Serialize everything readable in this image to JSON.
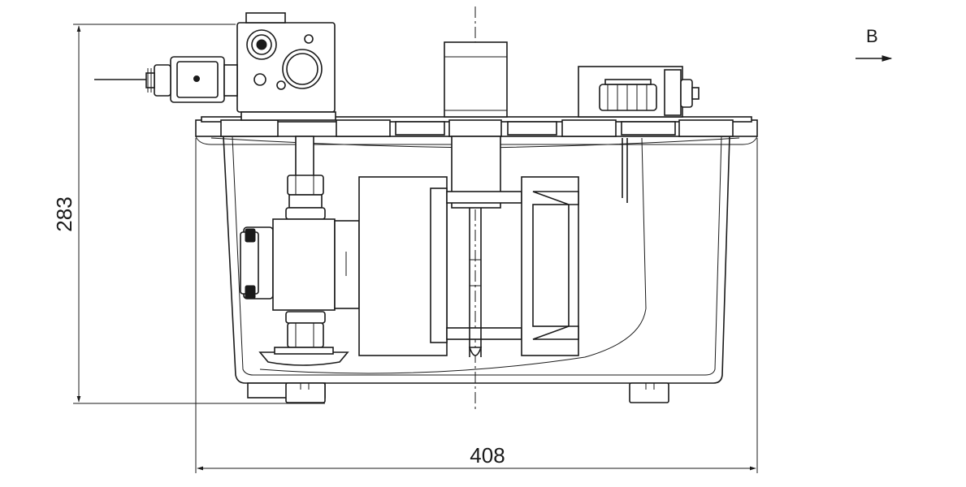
{
  "dimensions": {
    "height": {
      "value": "283"
    },
    "width": {
      "value": "408"
    }
  },
  "view_marker": {
    "label": "B"
  },
  "colors": {
    "line": "#1a1a1a",
    "background": "#ffffff"
  }
}
